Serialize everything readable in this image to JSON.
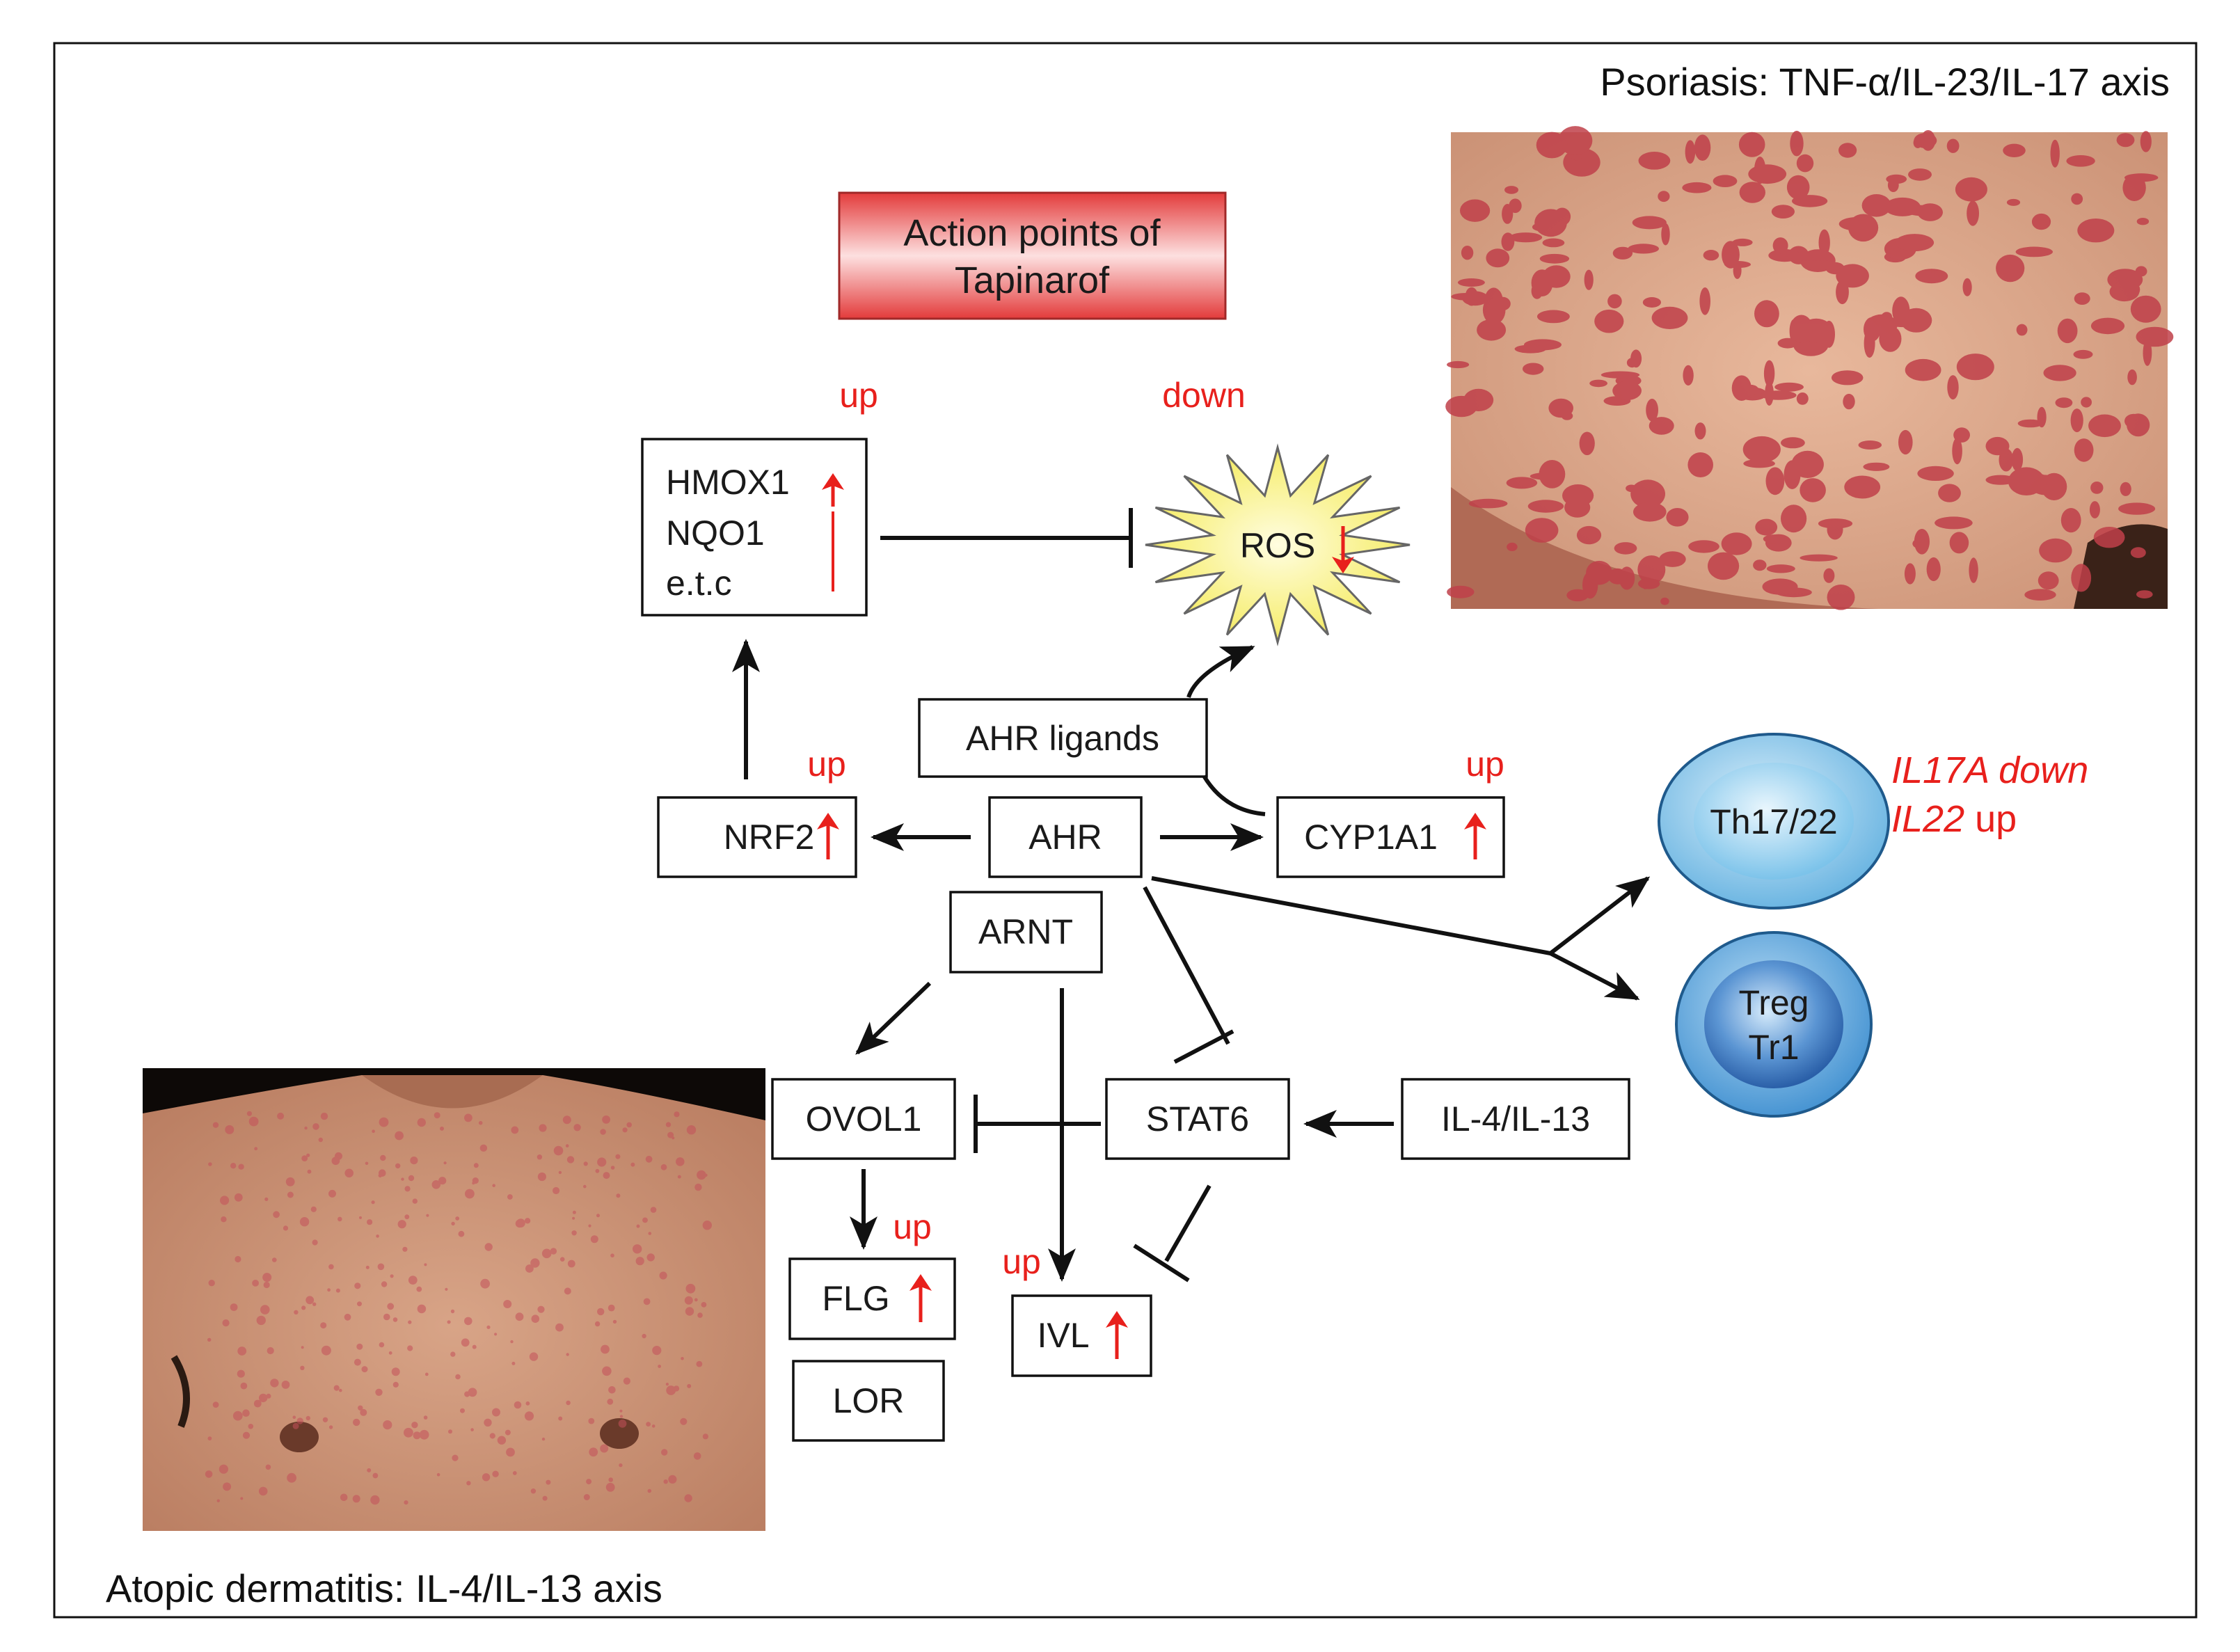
{
  "title_psoriasis": "Psoriasis: TNF-α/IL-23/IL-17 axis",
  "title_atopic": "Atopic dermatitis: IL-4/IL-13 axis",
  "action_box": {
    "line1": "Action points of",
    "line2": "Tapinarof"
  },
  "nodes": {
    "hmox_lines": [
      "HMOX1",
      "NQO1",
      "e.t.c"
    ],
    "ros": "ROS",
    "ahr_ligands": "AHR ligands",
    "nrf2": "NRF2",
    "ahr": "AHR",
    "cyp1a1": "CYP1A1",
    "arnt": "ARNT",
    "ovol1": "OVOL1",
    "stat6": "STAT6",
    "il4_il13": "IL-4/IL-13",
    "flg": "FLG",
    "lor": "LOR",
    "ivl": "IVL",
    "th17": "Th17/22",
    "treg_lines": [
      "Treg",
      "Tr1"
    ]
  },
  "annotations": {
    "up": "up",
    "down": "down",
    "il17a": "IL17A",
    "il17a_suffix": " down",
    "il22": "IL22",
    "il22_suffix": " up"
  },
  "colors": {
    "accent_red": "#e8201c",
    "box_border": "#111111",
    "action_box_fill": "#f4a6a6",
    "ros_fill": "#f7ef7a",
    "cell_outer": "#5aa9dc",
    "cell_inner": "#2f6fb8"
  }
}
